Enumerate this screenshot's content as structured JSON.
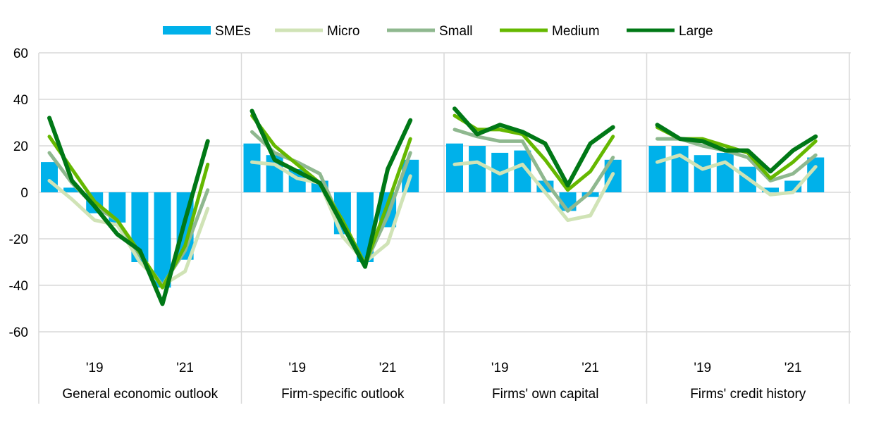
{
  "chart_data": {
    "type": "bar+line",
    "ylim": [
      -60,
      60
    ],
    "yticks": [
      60,
      40,
      20,
      0,
      -20,
      -40,
      -60
    ],
    "grid": true,
    "legend_position": "top",
    "legend": [
      "SMEs",
      "Micro",
      "Small",
      "Medium",
      "Large"
    ],
    "colors": {
      "SMEs": "#00b1ea",
      "Micro": "#d0e3b6",
      "Small": "#8fb88f",
      "Medium": "#65b800",
      "Large": "#007816"
    },
    "x_tick_labels": [
      "'19",
      "'21"
    ],
    "panels": [
      {
        "title": "General economic outlook",
        "series": {
          "SMEs": [
            13,
            2,
            -9,
            -13,
            -30,
            -41,
            -29,
            0
          ],
          "Micro": [
            5,
            -3,
            -12,
            -14,
            -30,
            -40,
            -34,
            -7
          ],
          "Small": [
            17,
            4,
            -6,
            -12,
            -27,
            -40,
            -25,
            1
          ],
          "Medium": [
            24,
            10,
            -4,
            -12,
            -26,
            -41,
            -23,
            12
          ],
          "Large": [
            32,
            5,
            -6,
            -18,
            -25,
            -48,
            -12,
            22
          ]
        }
      },
      {
        "title": "Firm-specific outlook",
        "series": {
          "SMEs": [
            21,
            16,
            10,
            5,
            -18,
            -30,
            -15,
            14
          ],
          "Micro": [
            13,
            12,
            6,
            4,
            -19,
            -30,
            -22,
            7
          ],
          "Small": [
            26,
            17,
            13,
            8,
            -14,
            -31,
            -10,
            17
          ],
          "Medium": [
            33,
            20,
            12,
            4,
            -12,
            -31,
            -5,
            23
          ],
          "Large": [
            35,
            14,
            9,
            4,
            -14,
            -32,
            10,
            31
          ]
        }
      },
      {
        "title": "Firms' own capital",
        "series": {
          "SMEs": [
            21,
            20,
            17,
            18,
            5,
            -8,
            -2,
            14
          ],
          "Micro": [
            12,
            13,
            8,
            12,
            0,
            -12,
            -10,
            8
          ],
          "Small": [
            27,
            24,
            22,
            22,
            5,
            -8,
            0,
            15
          ],
          "Medium": [
            33,
            27,
            27,
            25,
            14,
            1,
            9,
            24
          ],
          "Large": [
            36,
            25,
            29,
            26,
            21,
            3,
            21,
            28
          ]
        }
      },
      {
        "title": "Firms' credit history",
        "series": {
          "SMEs": [
            20,
            20,
            16,
            17,
            11,
            2,
            5,
            15
          ],
          "Micro": [
            13,
            16,
            10,
            13,
            6,
            -1,
            0,
            11
          ],
          "Small": [
            23,
            23,
            20,
            18,
            15,
            5,
            8,
            16
          ],
          "Medium": [
            28,
            23,
            23,
            20,
            17,
            6,
            13,
            22
          ],
          "Large": [
            29,
            23,
            22,
            18,
            18,
            9,
            18,
            24
          ]
        }
      }
    ]
  }
}
